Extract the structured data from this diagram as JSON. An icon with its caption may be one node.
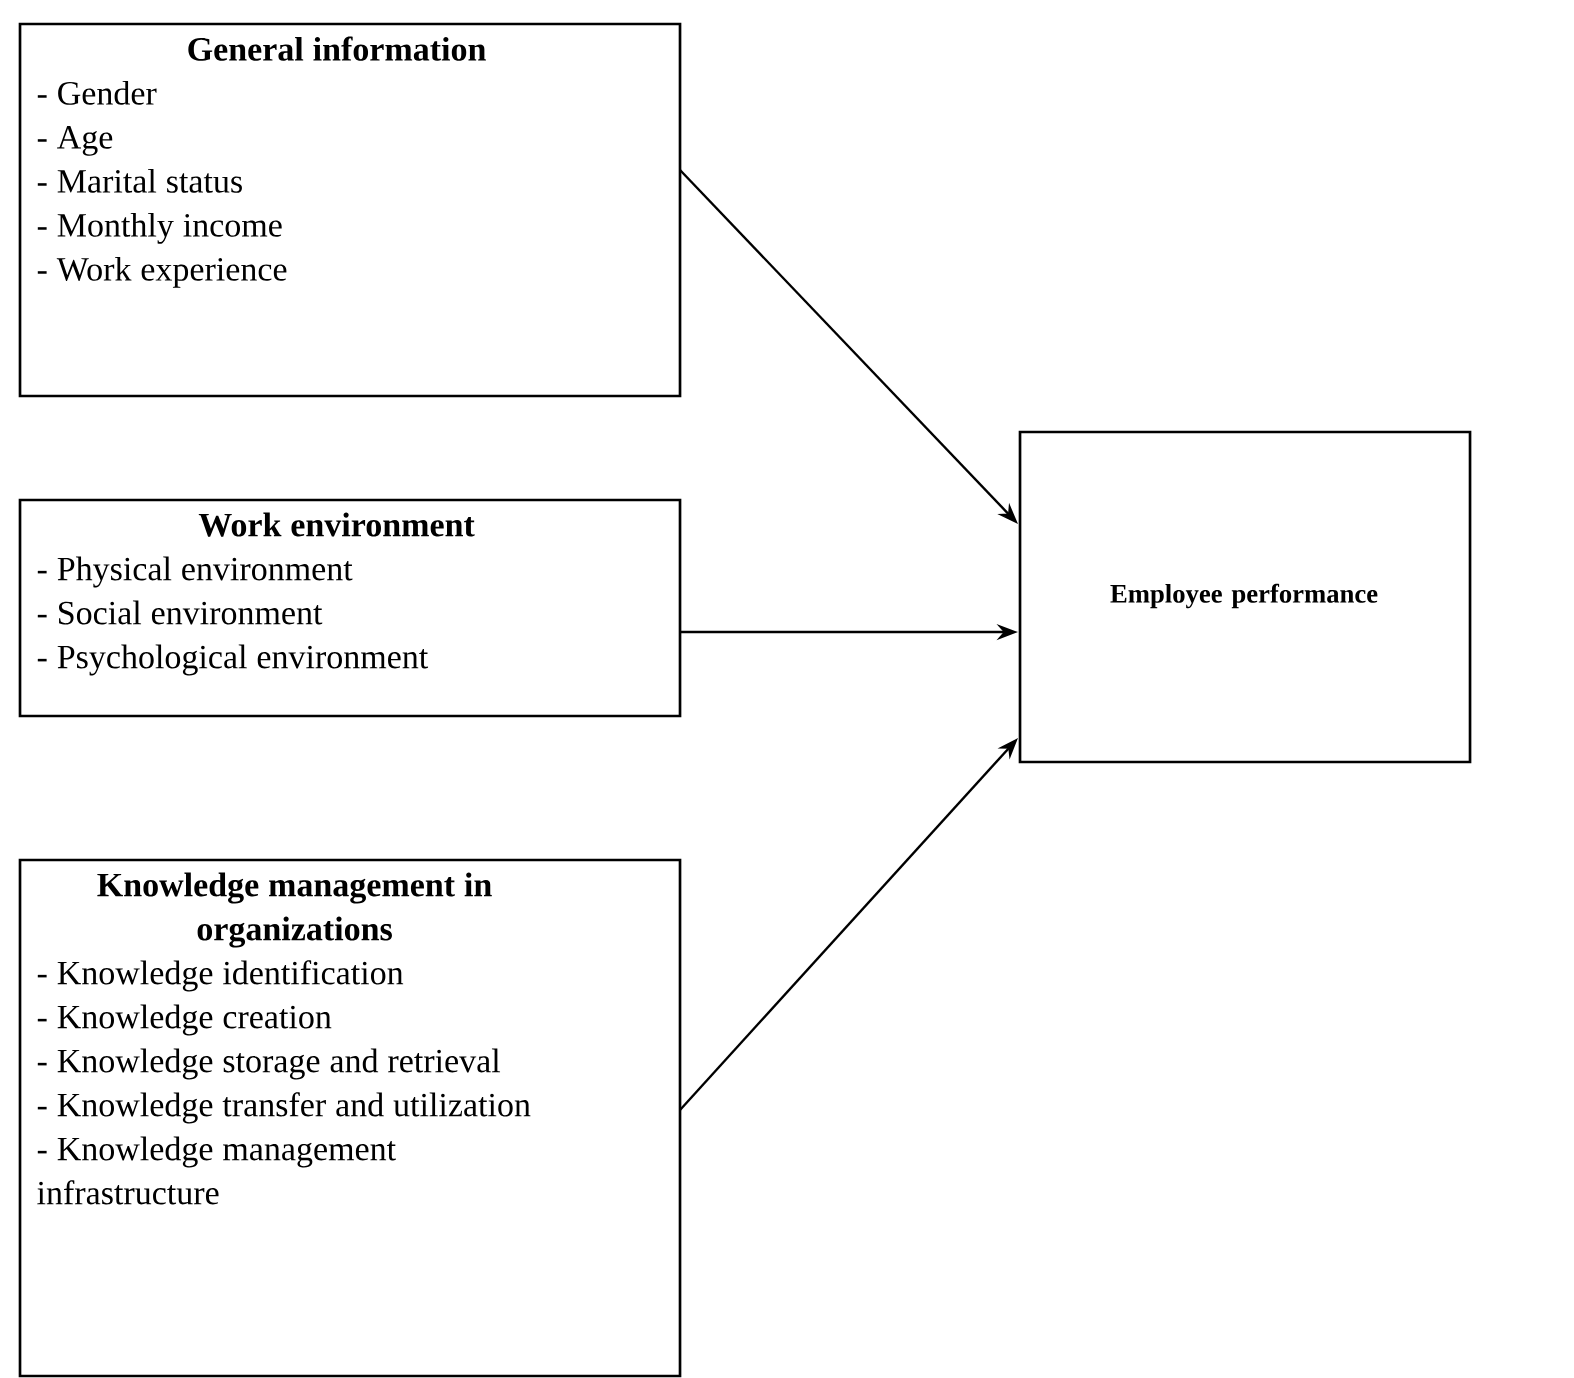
{
  "diagram": {
    "nodes": [
      {
        "text": [
          "General information",
          "- Gender",
          "- Age",
          "- Marital status",
          "- Monthly income",
          "- Work experience"
        ]
      },
      {
        "text": [
          "Work environment",
          "- Physical environment",
          "- Social environment",
          "- Psychological environment"
        ]
      },
      {
        "text": [
          "Knowledge management in organizations",
          "- Knowledge identification",
          "- Knowledge creation",
          "- Knowledge storage and retrieval",
          "- Knowledge transfer and utilization",
          "- Knowledge management infrastructure"
        ]
      },
      {
        "text": [
          "Employee performance"
        ]
      }
    ],
    "edges": [
      {
        "from": 0,
        "to": 3,
        "arrow": "to"
      },
      {
        "from": 1,
        "to": 3,
        "arrow": "to"
      },
      {
        "from": 2,
        "to": 3,
        "arrow": "to"
      }
    ]
  }
}
